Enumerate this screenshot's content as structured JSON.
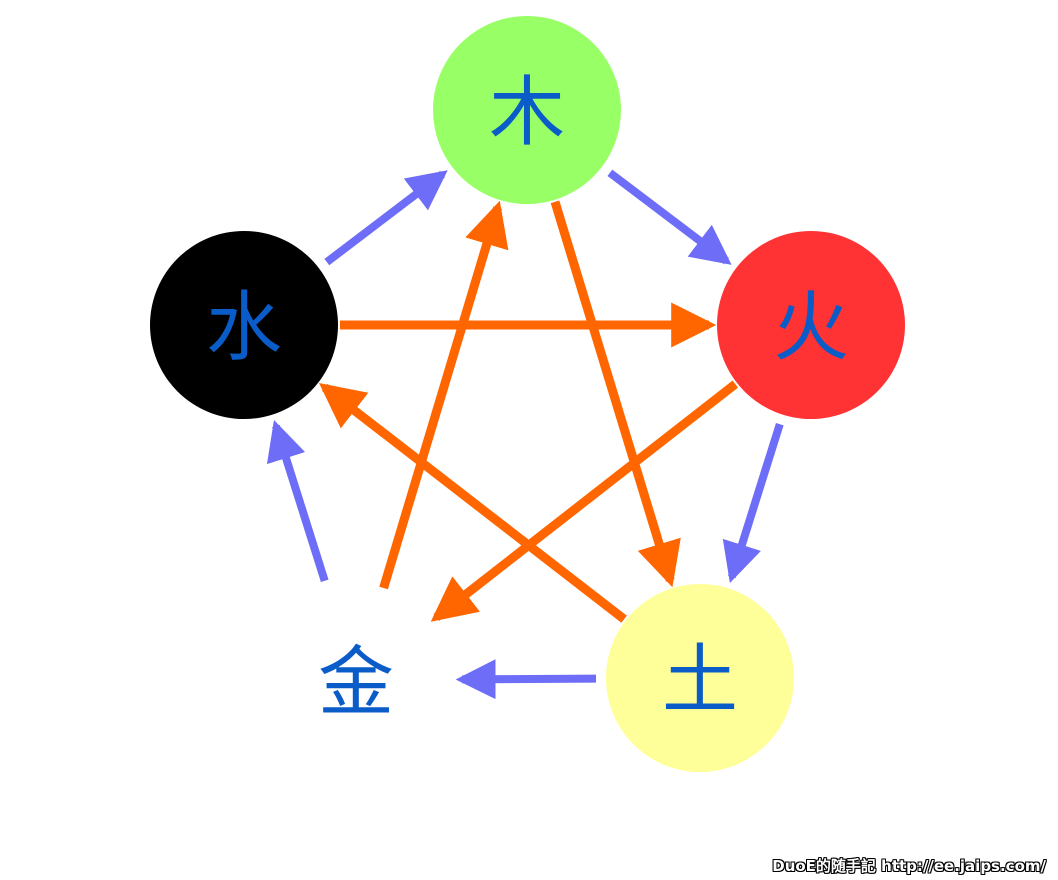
{
  "elements": {
    "wood": {
      "label": "木",
      "fill": "#99ff66",
      "text_color": "#0a5cc8"
    },
    "fire": {
      "label": "火",
      "fill": "#ff3333",
      "text_color": "#0a5cc8"
    },
    "earth": {
      "label": "土",
      "fill": "#ffff99",
      "text_color": "#0a5cc8"
    },
    "metal": {
      "label": "金",
      "fill": "#ffffff",
      "text_color": "#0a5cc8"
    },
    "water": {
      "label": "水",
      "fill": "#000000",
      "text_color": "#0a5cc8"
    }
  },
  "generating_cycle": {
    "color": "#6d6df7",
    "edges": [
      {
        "from": "water",
        "to": "wood"
      },
      {
        "from": "wood",
        "to": "fire"
      },
      {
        "from": "fire",
        "to": "earth"
      },
      {
        "from": "earth",
        "to": "metal"
      },
      {
        "from": "metal",
        "to": "water"
      }
    ]
  },
  "controlling_cycle": {
    "color": "#ff6600",
    "edges": [
      {
        "from": "water",
        "to": "fire"
      },
      {
        "from": "metal",
        "to": "wood"
      },
      {
        "from": "wood",
        "to": "earth"
      },
      {
        "from": "fire",
        "to": "metal"
      },
      {
        "from": "earth",
        "to": "water"
      }
    ]
  },
  "watermark": "DuoE的随手記 http://ee.jaips.com/"
}
